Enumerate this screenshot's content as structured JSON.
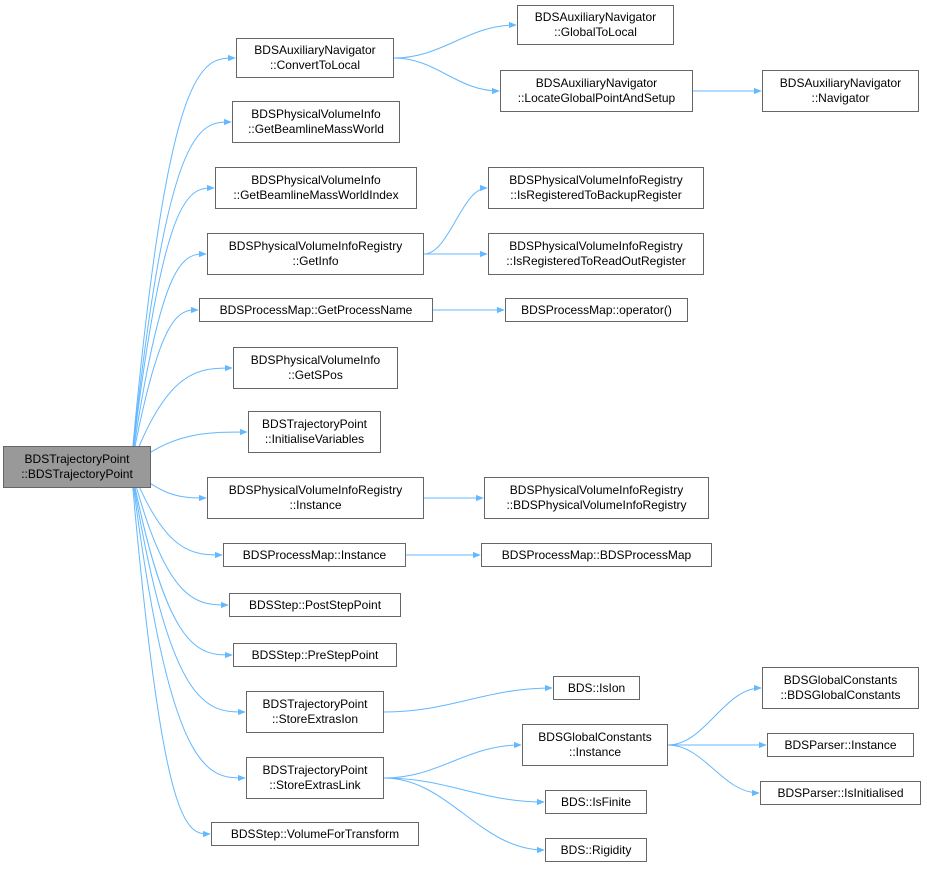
{
  "colors": {
    "edge": "#63b8ff",
    "border": "#666666",
    "root_fill": "#999999",
    "node_fill": "#ffffff"
  },
  "nodes": [
    {
      "id": "root",
      "lines": [
        "BDSTrajectoryPoint",
        "::BDSTrajectoryPoint"
      ],
      "root": true
    },
    {
      "id": "n1",
      "lines": [
        "BDSAuxiliaryNavigator",
        "::ConvertToLocal"
      ]
    },
    {
      "id": "n2",
      "lines": [
        "BDSPhysicalVolumeInfo",
        "::GetBeamlineMassWorld"
      ]
    },
    {
      "id": "n3",
      "lines": [
        "BDSPhysicalVolumeInfo",
        "::GetBeamlineMassWorldIndex"
      ]
    },
    {
      "id": "n4",
      "lines": [
        "BDSPhysicalVolumeInfoRegistry",
        "::GetInfo"
      ]
    },
    {
      "id": "n5",
      "lines": [
        "BDSProcessMap::GetProcessName"
      ]
    },
    {
      "id": "n6",
      "lines": [
        "BDSPhysicalVolumeInfo",
        "::GetSPos"
      ]
    },
    {
      "id": "n7",
      "lines": [
        "BDSTrajectoryPoint",
        "::InitialiseVariables"
      ]
    },
    {
      "id": "n8",
      "lines": [
        "BDSPhysicalVolumeInfoRegistry",
        "::Instance"
      ]
    },
    {
      "id": "n9",
      "lines": [
        "BDSProcessMap::Instance"
      ]
    },
    {
      "id": "n10",
      "lines": [
        "BDSStep::PostStepPoint"
      ]
    },
    {
      "id": "n11",
      "lines": [
        "BDSStep::PreStepPoint"
      ]
    },
    {
      "id": "n12",
      "lines": [
        "BDSTrajectoryPoint",
        "::StoreExtrasIon"
      ]
    },
    {
      "id": "n13",
      "lines": [
        "BDSTrajectoryPoint",
        "::StoreExtrasLink"
      ]
    },
    {
      "id": "n14",
      "lines": [
        "BDSStep::VolumeForTransform"
      ]
    },
    {
      "id": "m1",
      "lines": [
        "BDSAuxiliaryNavigator",
        "::GlobalToLocal"
      ]
    },
    {
      "id": "m2",
      "lines": [
        "BDSAuxiliaryNavigator",
        "::LocateGlobalPointAndSetup"
      ]
    },
    {
      "id": "m3",
      "lines": [
        "BDSAuxiliaryNavigator",
        "::Navigator"
      ]
    },
    {
      "id": "m4",
      "lines": [
        "BDSPhysicalVolumeInfoRegistry",
        "::IsRegisteredToBackupRegister"
      ]
    },
    {
      "id": "m5",
      "lines": [
        "BDSPhysicalVolumeInfoRegistry",
        "::IsRegisteredToReadOutRegister"
      ]
    },
    {
      "id": "m6",
      "lines": [
        "BDSProcessMap::operator()"
      ]
    },
    {
      "id": "m7",
      "lines": [
        "BDSPhysicalVolumeInfoRegistry",
        "::BDSPhysicalVolumeInfoRegistry"
      ]
    },
    {
      "id": "m8",
      "lines": [
        "BDSProcessMap::BDSProcessMap"
      ]
    },
    {
      "id": "m9",
      "lines": [
        "BDS::IsIon"
      ]
    },
    {
      "id": "m10",
      "lines": [
        "BDSGlobalConstants",
        "::Instance"
      ]
    },
    {
      "id": "m11",
      "lines": [
        "BDS::IsFinite"
      ]
    },
    {
      "id": "m12",
      "lines": [
        "BDS::Rigidity"
      ]
    },
    {
      "id": "m13",
      "lines": [
        "BDSGlobalConstants",
        "::BDSGlobalConstants"
      ]
    },
    {
      "id": "m14",
      "lines": [
        "BDSParser::Instance"
      ]
    },
    {
      "id": "m15",
      "lines": [
        "BDSParser::IsInitialised"
      ]
    }
  ],
  "edges": [
    [
      "root",
      "n1"
    ],
    [
      "root",
      "n2"
    ],
    [
      "root",
      "n3"
    ],
    [
      "root",
      "n4"
    ],
    [
      "root",
      "n5"
    ],
    [
      "root",
      "n6"
    ],
    [
      "root",
      "n7"
    ],
    [
      "root",
      "n8"
    ],
    [
      "root",
      "n9"
    ],
    [
      "root",
      "n10"
    ],
    [
      "root",
      "n11"
    ],
    [
      "root",
      "n12"
    ],
    [
      "root",
      "n13"
    ],
    [
      "root",
      "n14"
    ],
    [
      "n1",
      "m1"
    ],
    [
      "n1",
      "m2"
    ],
    [
      "m2",
      "m3"
    ],
    [
      "n4",
      "m4"
    ],
    [
      "n4",
      "m5"
    ],
    [
      "n5",
      "m6"
    ],
    [
      "n8",
      "m7"
    ],
    [
      "n9",
      "m8"
    ],
    [
      "n12",
      "m9"
    ],
    [
      "n13",
      "m10"
    ],
    [
      "n13",
      "m11"
    ],
    [
      "n13",
      "m12"
    ],
    [
      "m10",
      "m13"
    ],
    [
      "m10",
      "m14"
    ],
    [
      "m10",
      "m15"
    ]
  ]
}
